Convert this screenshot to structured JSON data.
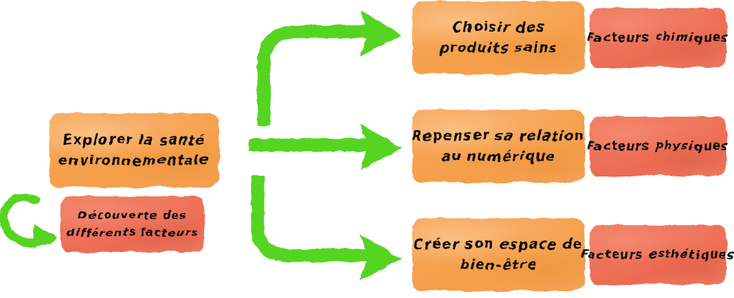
{
  "diagram": {
    "title_implicit": "Explorer la santé environnementale",
    "palette": {
      "orange": "#f5a14e",
      "red": "#ee7058",
      "green": "#56d424",
      "text": "#111111",
      "background": "#ffffff"
    },
    "nodes": {
      "main": {
        "label": "Explorer la santé environnementale",
        "line1": "Explorer la santé",
        "line2": "environnementale",
        "color": "orange"
      },
      "discovery": {
        "label": "Découverte des différents facteurs",
        "line1": "Découverte des",
        "line2": "différents facteurs",
        "color": "red"
      },
      "products": {
        "label": "Choisir des produits sains",
        "line1": "Choisir des",
        "line2": "produits sains",
        "color": "orange"
      },
      "digital": {
        "label": "Repenser sa relation au numérique",
        "line1": "Repenser sa relation",
        "line2": "au numérique",
        "color": "orange"
      },
      "wellbeing": {
        "label": "Créer son espace de bien-être",
        "line1": "Créer son espace de",
        "line2": "bien-être",
        "color": "orange"
      },
      "chemical": {
        "label": "Facteurs chimiques",
        "line1": "Facteurs chimiques",
        "color": "red"
      },
      "physical": {
        "label": "Facteurs physiques",
        "line1": "Facteurs physiques",
        "color": "red"
      },
      "aesthetic": {
        "label": "Facteurs esthétiques",
        "line1": "Facteurs esthétiques",
        "color": "red"
      }
    },
    "arrows": [
      {
        "id": "arrow-loop-discovery",
        "shape": "curled-hook",
        "from": "main",
        "to": "discovery",
        "direction": "right",
        "color": "#56d424"
      },
      {
        "id": "arrow-branch-up",
        "shape": "elbow-up",
        "from": "main",
        "to": "products",
        "direction": "right",
        "color": "#56d424"
      },
      {
        "id": "arrow-branch-straight",
        "shape": "straight",
        "from": "main",
        "to": "digital",
        "direction": "right",
        "color": "#56d424"
      },
      {
        "id": "arrow-branch-down",
        "shape": "elbow-down",
        "from": "main",
        "to": "wellbeing",
        "direction": "right",
        "color": "#56d424"
      }
    ]
  }
}
